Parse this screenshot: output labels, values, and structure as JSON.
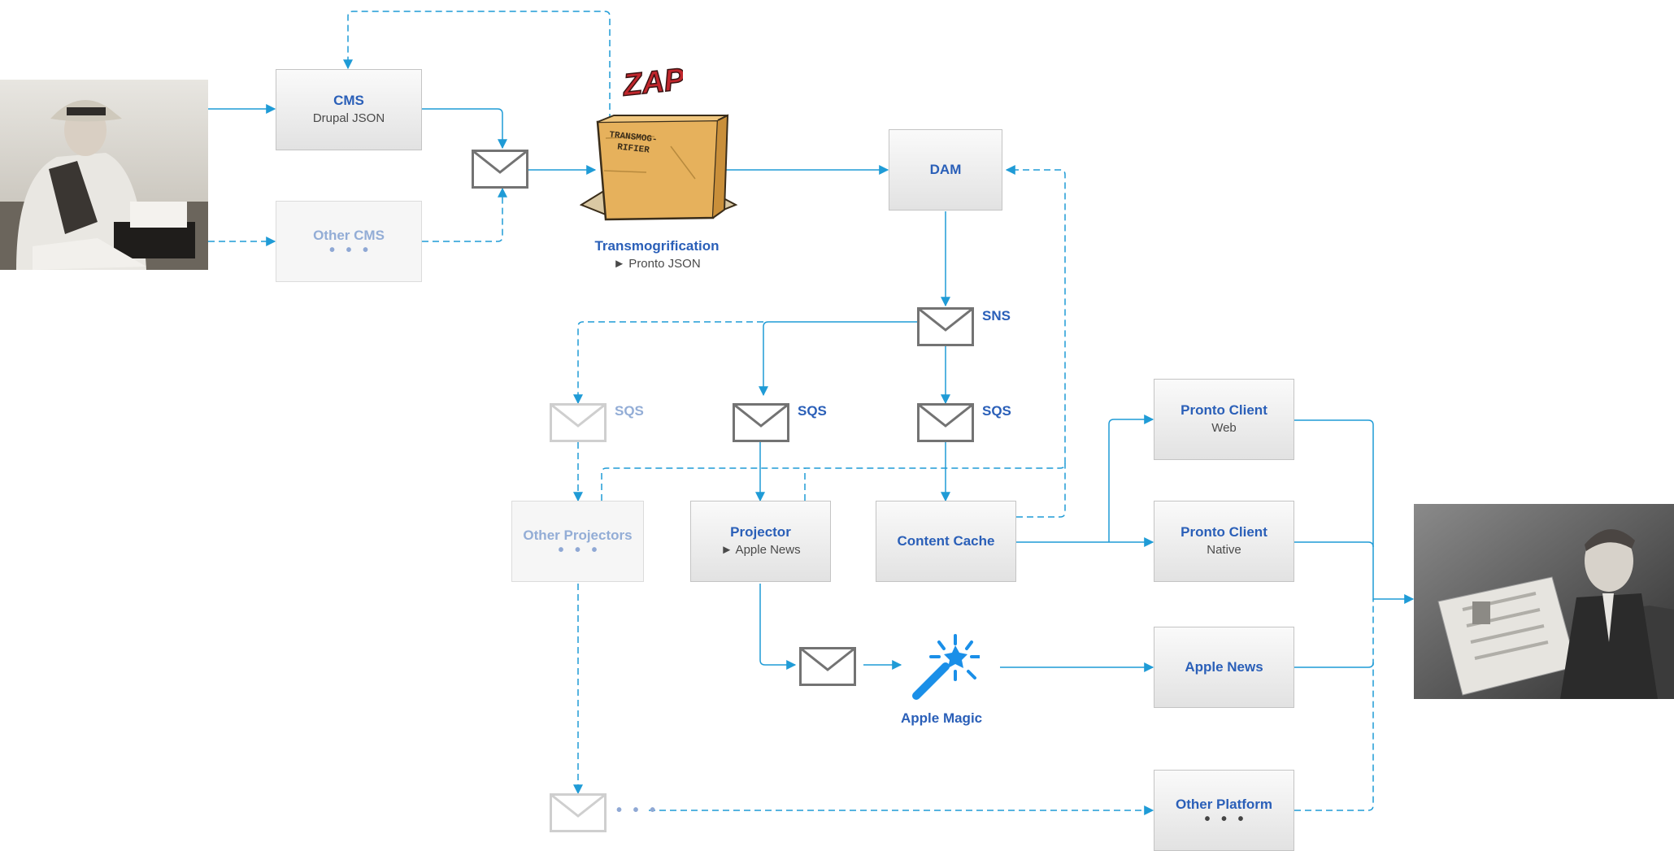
{
  "nodes": {
    "cms": {
      "title": "CMS",
      "sub": "Drupal JSON"
    },
    "other_cms": {
      "title": "Other CMS",
      "dots": "• • •"
    },
    "zap": "ZAP",
    "box_text": "TRANSMOG-\nRIFIER",
    "transmog": {
      "title": "Transmogrification",
      "sub": "► Pronto JSON"
    },
    "dam": {
      "title": "DAM"
    },
    "sns": "SNS",
    "sqs_other": "SQS",
    "sqs_projector": "SQS",
    "sqs_cache": "SQS",
    "other_projectors": {
      "title": "Other Projectors",
      "dots": "• • •"
    },
    "projector": {
      "title": "Projector",
      "sub": "► Apple News"
    },
    "content_cache": {
      "title": "Content Cache"
    },
    "pronto_web": {
      "title": "Pronto Client",
      "sub": "Web"
    },
    "pronto_native": {
      "title": "Pronto Client",
      "sub": "Native"
    },
    "apple_news": {
      "title": "Apple News"
    },
    "apple_magic": "Apple Magic",
    "other_platform": {
      "title": "Other Platform",
      "dots": "• • •"
    },
    "bottom_dots": "• • •"
  },
  "colors": {
    "accent": "#2a5fb8",
    "connector": "#1f9bd6",
    "ghost": "#93add6",
    "magic": "#1a8fe8",
    "zap": "#c0262c",
    "box": "#e6b15c"
  }
}
